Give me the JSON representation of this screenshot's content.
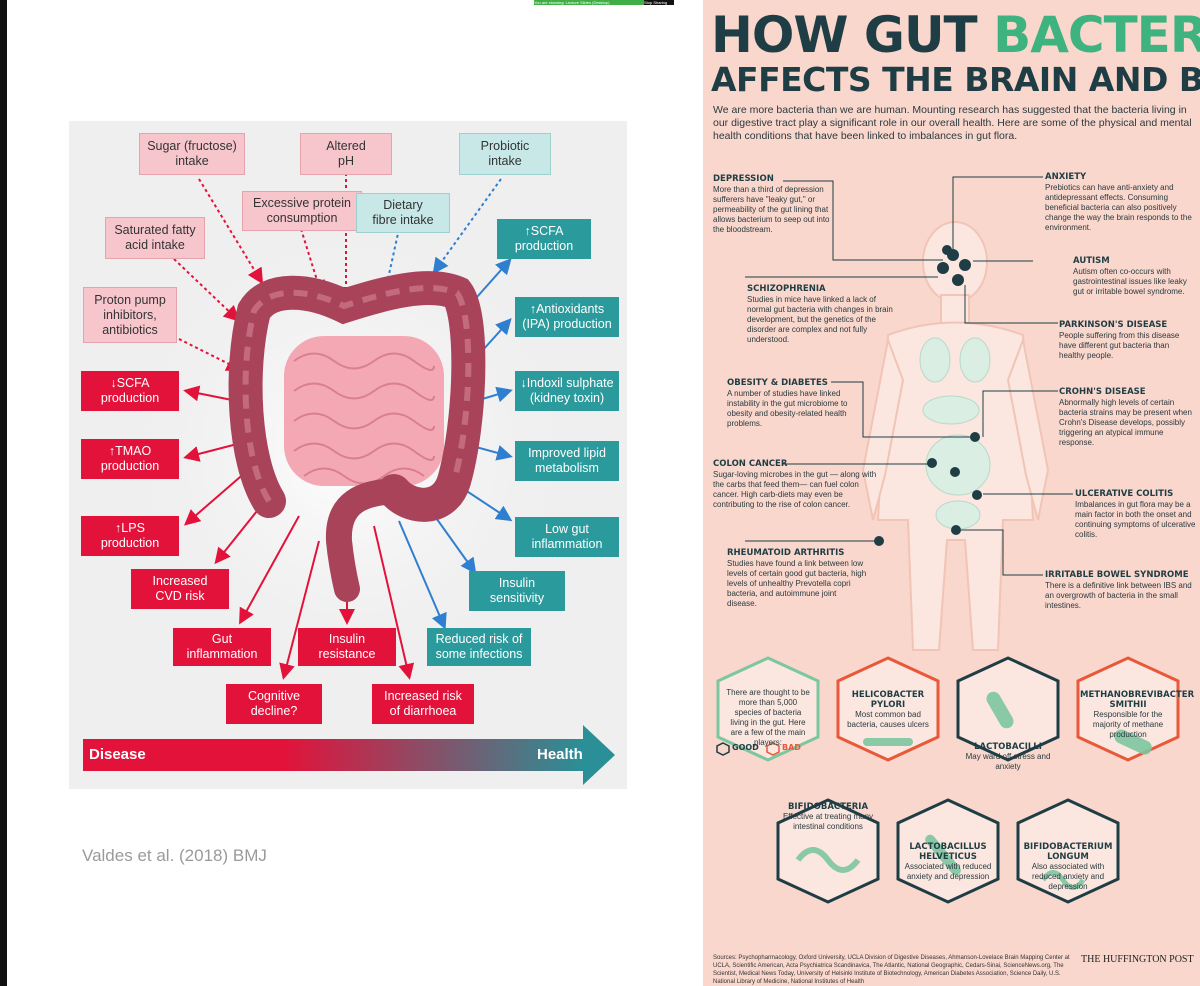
{
  "left_panel": {
    "inputs": [
      {
        "label": "Sugar (fructose)\nintake",
        "style": "pink"
      },
      {
        "label": "Altered\npH",
        "style": "pink"
      },
      {
        "label": "Probiotic\nintake",
        "style": "blue"
      },
      {
        "label": "Excessive protein\nconsumption",
        "style": "pink"
      },
      {
        "label": "Dietary\nfibre intake",
        "style": "blue"
      },
      {
        "label": "Saturated fatty\nacid intake",
        "style": "pink"
      },
      {
        "label": "Proton pump\ninhibitors,\nantibiotics",
        "style": "pink"
      }
    ],
    "disease_outcomes": [
      "↓SCFA\nproduction",
      "↑TMAO\nproduction",
      "↑LPS\nproduction",
      "Increased\nCVD risk",
      "Gut\ninflammation",
      "Insulin\nresistance",
      "Cognitive\ndecline?",
      "Increased risk\nof diarrhoea"
    ],
    "health_outcomes": [
      "↑SCFA\nproduction",
      "↑Antioxidants\n(IPA) production",
      "↓Indoxil sulphate\n(kidney toxin)",
      "Improved lipid\nmetabolism",
      "Low gut\ninflammation",
      "Insulin\nsensitivity",
      "Reduced risk of\nsome infections"
    ],
    "scale_left": "Disease",
    "scale_right": "Health",
    "citation": "Valdes et al. (2018) BMJ",
    "colors": {
      "disease": "#e3123a",
      "health": "#2a9a9c",
      "input_pink": "#f7c6cd",
      "input_blue": "#c8e8e8"
    }
  },
  "share_bar": {
    "text": "You are showing: Lecture Slides (Desktop)",
    "button": "Stop Sharing"
  },
  "right_panel": {
    "title_part1": "HOW GUT ",
    "title_part2": "BACTERIA",
    "subtitle": "AFFECTS THE BRAIN AND BODY",
    "intro": "We are more bacteria than we are human. Mounting research has suggested that the bacteria living in our digestive tract play a significant role in our overall health. Here are some of the physical and mental health conditions that have been linked to imbalances in gut flora.",
    "conditions": [
      {
        "title": "DEPRESSION",
        "text": "More than a third of depression sufferers have \"leaky gut,\" or permeability of the gut lining that allows bacterium to seep out into the bloodstream."
      },
      {
        "title": "ANXIETY",
        "text": "Prebiotics can have anti-anxiety and antidepressant effects. Consuming beneficial bacteria can also positively change the way the brain responds to the environment."
      },
      {
        "title": "AUTISM",
        "text": "Autism often co-occurs with gastrointestinal issues like leaky gut or irritable bowel syndrome."
      },
      {
        "title": "SCHIZOPHRENIA",
        "text": "Studies in mice have linked a lack of normal gut bacteria with changes in brain development, but the genetics of the disorder are complex and not fully understood."
      },
      {
        "title": "PARKINSON'S DISEASE",
        "text": "People suffering from this disease have different gut bacteria than healthy people."
      },
      {
        "title": "OBESITY & DIABETES",
        "text": "A number of studies have linked instability in the gut microbiome to obesity and obesity-related health problems."
      },
      {
        "title": "CROHN'S DISEASE",
        "text": "Abnormally high levels of certain bacteria strains may be present when Crohn's Disease develops, possibly triggering an atypical immune response."
      },
      {
        "title": "COLON CANCER",
        "text": "Sugar-loving microbes in the gut — along with the carbs that feed them— can fuel colon cancer. High carb-diets may even be contributing to the rise of colon cancer."
      },
      {
        "title": "ULCERATIVE COLITIS",
        "text": "Imbalances in gut flora may be a main factor in both the onset and continuing symptoms of ulcerative colitis."
      },
      {
        "title": "RHEUMATOID ARTHRITIS",
        "text": "Studies have found a link between low levels of certain good gut bacteria, high levels of unhealthy Prevotella copri bacteria, and autoimmune joint disease."
      },
      {
        "title": "IRRITABLE BOWEL SYNDROME",
        "text": "There is a definitive link between IBS and an overgrowth of bacteria in the small intestines."
      }
    ],
    "hex_intro": "There are thought to be more than 5,000 species of bacteria living in the gut. Here are a few of the main players:",
    "legend_good": "GOOD",
    "legend_bad": "BAD",
    "bacteria": [
      {
        "name": "HELICOBACTER PYLORI",
        "desc": "Most common bad bacteria, causes ulcers",
        "kind": "bad"
      },
      {
        "name": "LACTOBACILLI",
        "desc": "May ward off stress and anxiety",
        "kind": "good"
      },
      {
        "name": "METHANOBREVIBACTER SMITHII",
        "desc": "Responsible for the majority of methane production",
        "kind": "bad"
      },
      {
        "name": "BIFIDOBACTERIA",
        "desc": "Effective at treating many intestinal conditions",
        "kind": "good"
      },
      {
        "name": "LACTOBACILLUS HELVETICUS",
        "desc": "Associated with reduced anxiety and depression",
        "kind": "good"
      },
      {
        "name": "BIFIDOBACTERIUM LONGUM",
        "desc": "Also associated with reduced anxiety and depression",
        "kind": "good"
      }
    ],
    "sources": "Sources: Psychopharmacology, Oxford University, UCLA Division of Digestive Diseases, Ahmanson-Lovelace Brain Mapping Center at UCLA, Scientific American, Acta Psychiatrica Scandinavica, The Atlantic, National Geographic, Cedars-Sinai, ScienceNews.org, The Scientist, Medical News Today, University of Helsinki Institute of Biotechnology, American Diabetes Association, Science Daily, U.S. National Library of Medicine, National Institutes of Health",
    "publisher": "THE HUFFINGTON POST",
    "colors": {
      "title": "#1f3d45",
      "accent": "#3fb37f",
      "background": "#f9d7cc",
      "good": "#1f3d45",
      "bad": "#e8583a"
    }
  }
}
